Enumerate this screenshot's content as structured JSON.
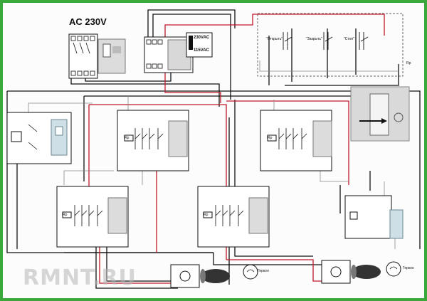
{
  "title": "AC 230V",
  "psu_labels": {
    "in": "230VAC",
    "out": "115VAC"
  },
  "buttons": {
    "open": "\"Открыть\"",
    "close": "\"Закрыть\"",
    "stop": "\"Стоп\""
  },
  "relay_label": "Rp",
  "sensor_label": "Геркон",
  "watermark": "RMNT.RU",
  "colors": {
    "frame": "#3aa83a",
    "live": "#c2182b",
    "wire": "#111111",
    "neutral": "#8a8a8a"
  }
}
